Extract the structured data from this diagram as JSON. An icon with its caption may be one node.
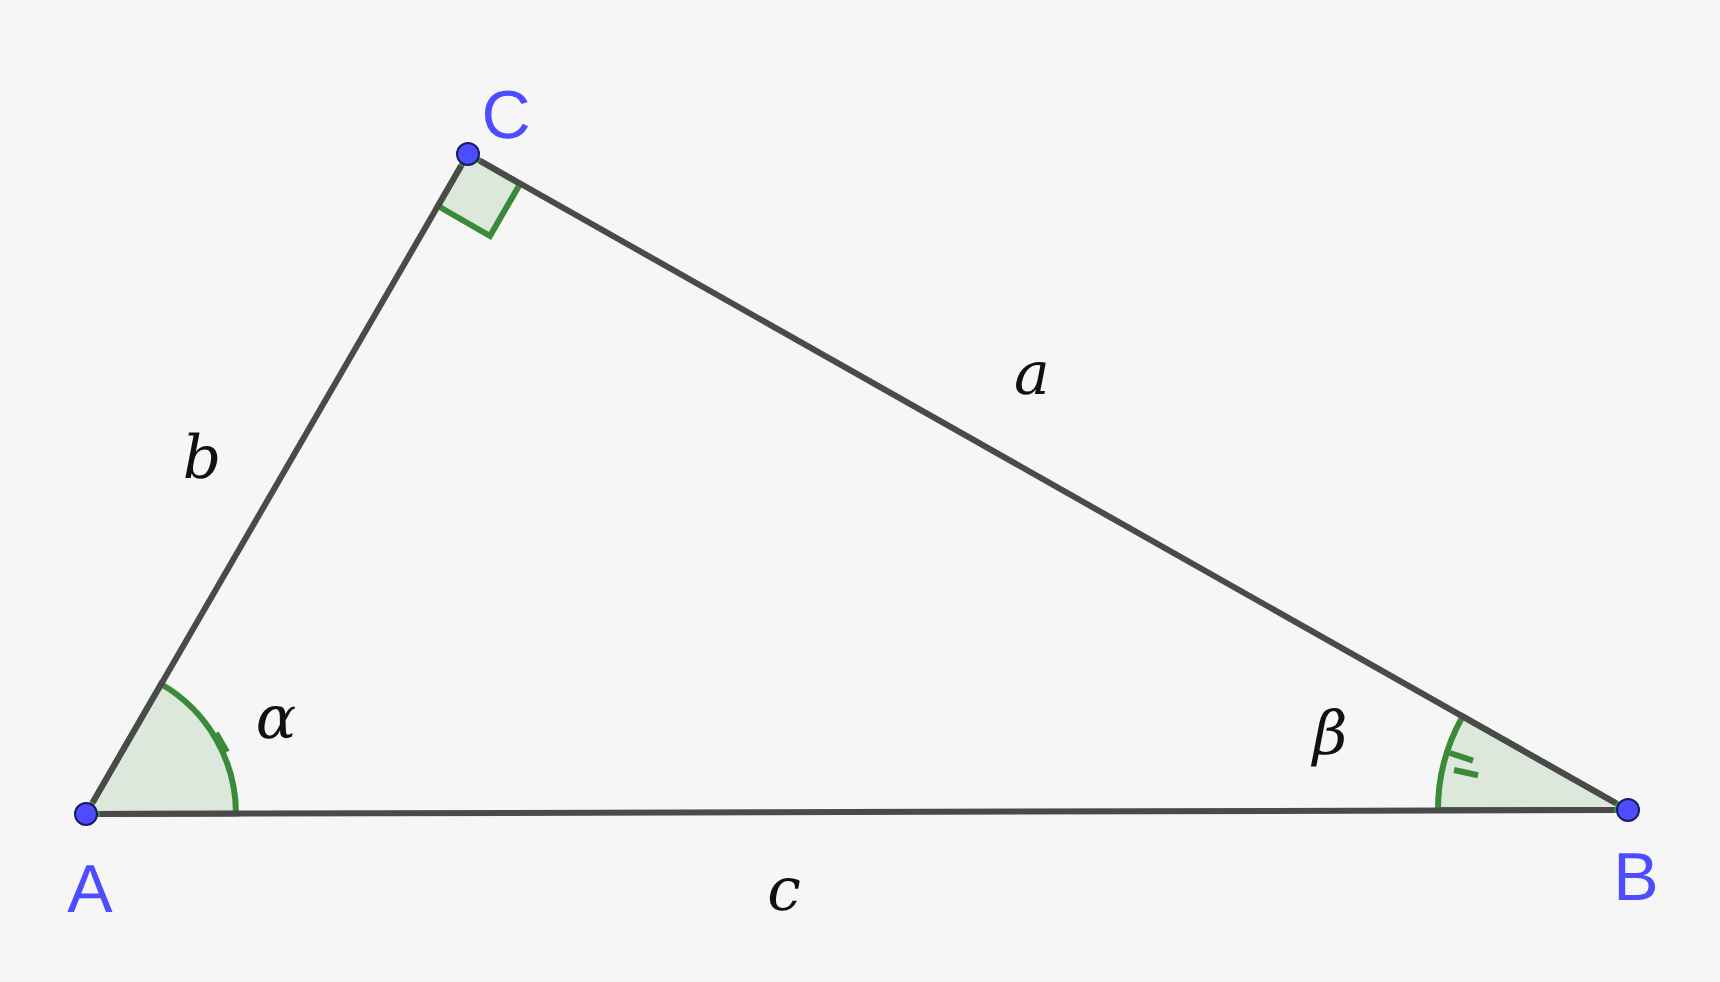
{
  "diagram": {
    "nodes": [
      {
        "text": [],
        "shape": "circle",
        "beside": [
          "A"
        ]
      },
      {
        "text": [],
        "shape": "circle",
        "beside": [
          "B"
        ]
      },
      {
        "text": [],
        "shape": "circle",
        "beside": [
          "C"
        ]
      }
    ],
    "edges": [
      {
        "from": 2,
        "to": 1,
        "arrow": "none",
        "label": "a"
      },
      {
        "from": 0,
        "to": 2,
        "arrow": "none",
        "label": "b"
      },
      {
        "from": 0,
        "to": 1,
        "arrow": "none",
        "label": "c"
      }
    ],
    "labels": [
      "α",
      "β"
    ]
  }
}
